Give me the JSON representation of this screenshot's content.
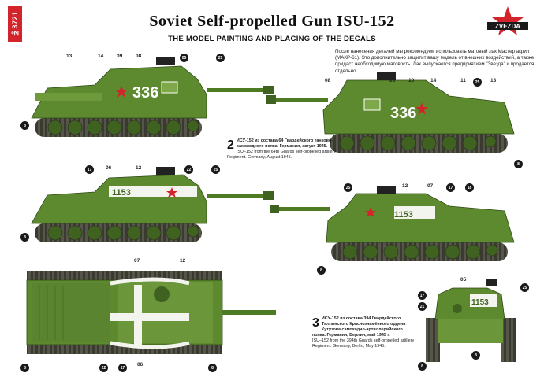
{
  "header": {
    "kit_number": "№3721",
    "title": "Soviet Self-propelled Gun ISU-152",
    "subtitle": "THE MODEL PAINTING AND PLACING OF THE DECALS",
    "brand": "ZVEZDA",
    "accent_color": "#d3242b"
  },
  "note": {
    "text": "После нанесения деталей мы рекомендуем использовать матовый лак Мастер акрил (МАКР-61). Это дополнительно защитит вашу модель от внешних воздействий, а также придаст необходимую матовость. Лак выпускается предприятием \"Звезда\" и продается отдельно."
  },
  "variants": [
    {
      "number": "2",
      "ru_bold": "ИСУ-152 из состава 64 Гвардейского танково-самоходного полка. Германия, август 1945.",
      "en": "ISU–152 from the 64th Guards self-propelled artillery Regiment. Germany, August 1945."
    },
    {
      "number": "3",
      "ru_bold": "ИСУ-152 из состава 394 Гвардейского Таллинского Краснознамённого ордена Кутузова самоходно-артиллерийского полка. Германия, Берлин, май 1945 г.",
      "en": "ISU–152 from the 394th Guards self-propelled artillery Regiment. Germany, Berlin, May 1945."
    }
  ],
  "markings": {
    "tank1_number": "336",
    "tank2_number": "1153"
  },
  "callouts": {
    "c13": "13",
    "c14": "14",
    "c09": "09",
    "c08": "08",
    "c06": "06",
    "c12": "12",
    "c05": "05",
    "c10": "10",
    "c11": "11",
    "c07": "07",
    "b25": "25",
    "b05": "05",
    "b08": "8",
    "b17": "17",
    "b21": "21",
    "b22": "22",
    "b18": "18"
  },
  "colors": {
    "hull_green": "#5e8a2f",
    "hull_dark": "#3f6220",
    "hull_light": "#84ad48",
    "track": "#3a3a30",
    "white_stripe": "#f4f4ee",
    "star_red": "#d3242b"
  }
}
